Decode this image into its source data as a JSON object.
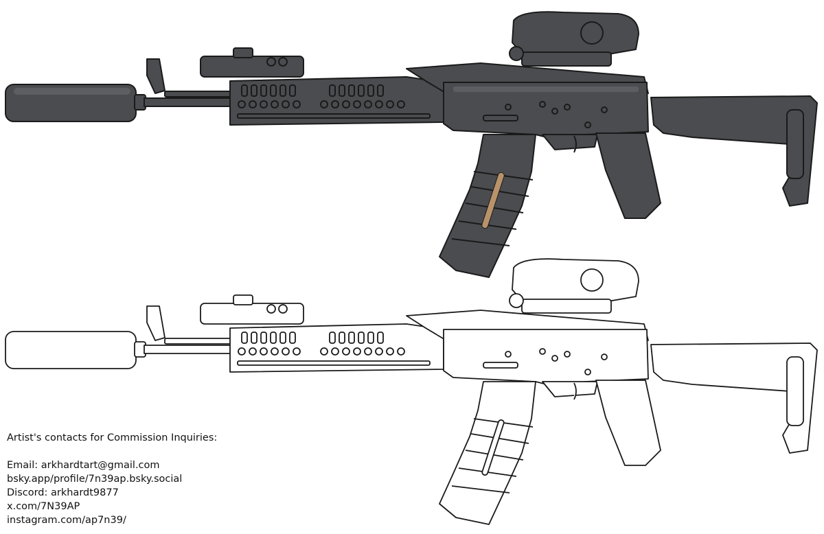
{
  "image": {
    "subject": "rifle illustration",
    "views": [
      "rendered",
      "lineart"
    ],
    "colors": {
      "background": "#ffffff",
      "gun_dark": "#3a3a3c",
      "gun_mid": "#55575a",
      "gun_light": "#6e7073",
      "line": "#1a1a1a",
      "lineart_fill": "#ffffff",
      "window_amber": "#b8926a"
    }
  },
  "contacts": {
    "heading": "Artist's contacts for Commission Inquiries:",
    "email": "Email: arkhardtart@gmail.com",
    "bsky": "bsky.app/profile/7n39ap.bsky.social",
    "discord": "Discord: arkhardt9877",
    "x": "x.com/7N39AP",
    "instagram": "instagram.com/ap7n39/"
  }
}
